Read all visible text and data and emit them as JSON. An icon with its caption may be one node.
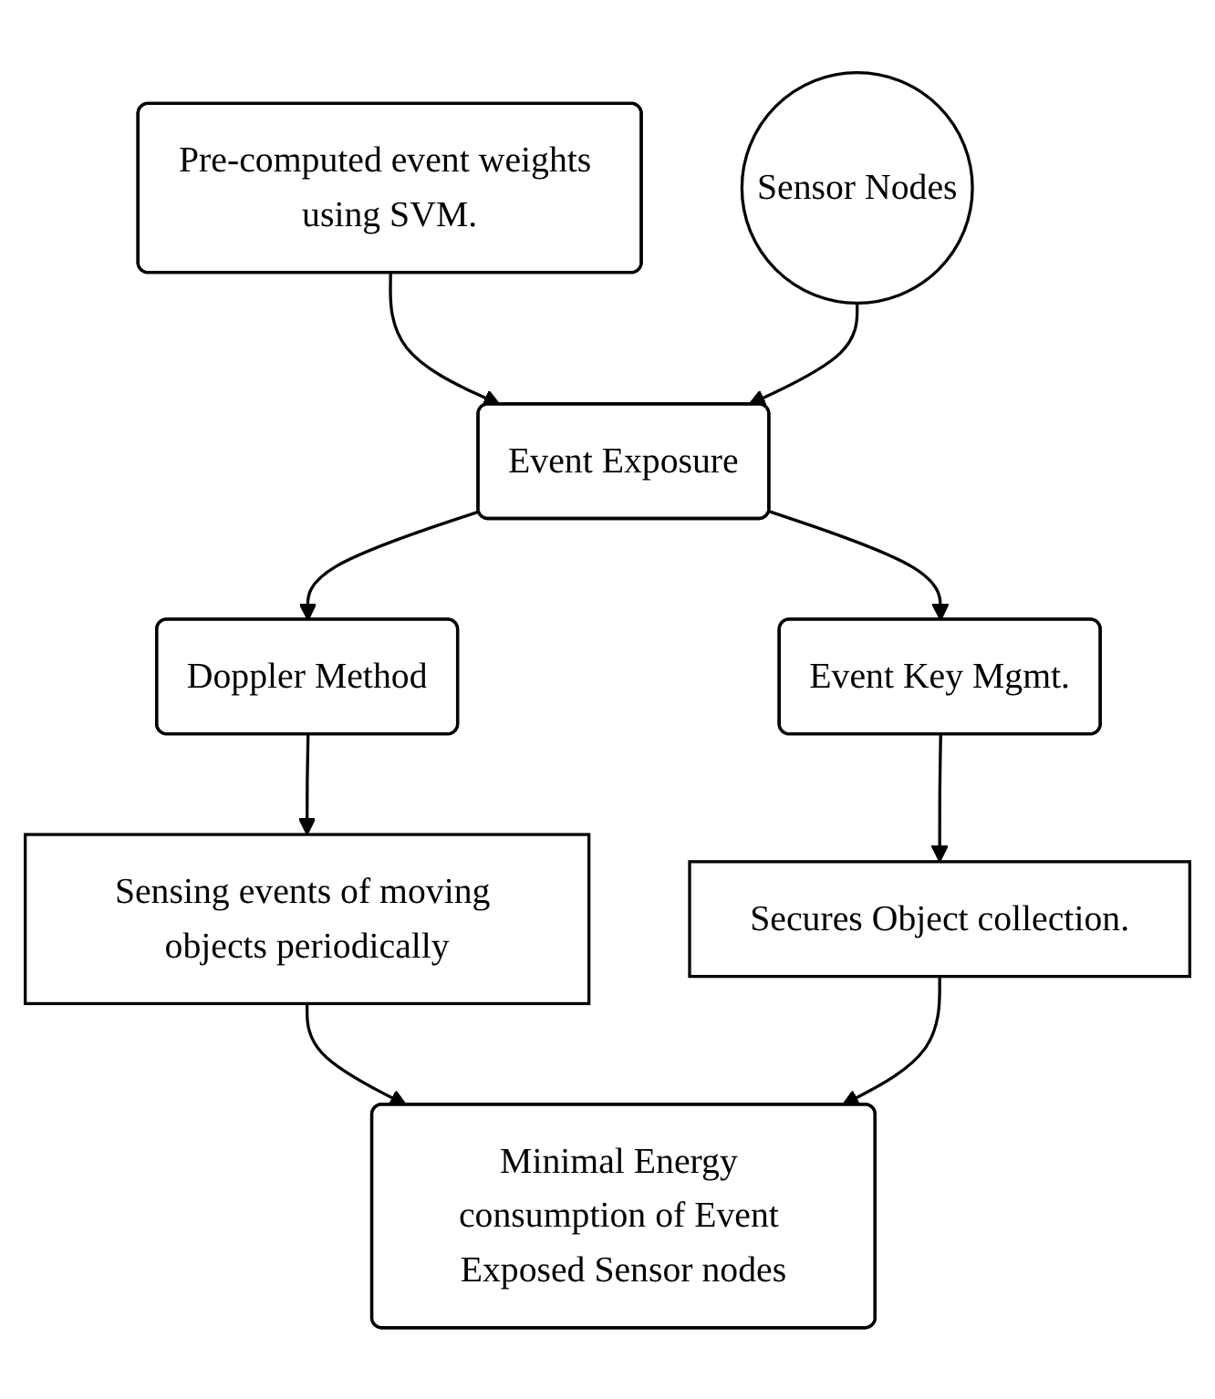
{
  "diagram": {
    "nodes": [
      {
        "text": [
          "Pre-computed event weights using SVM."
        ]
      },
      {
        "text": [
          "Sensor Nodes"
        ]
      },
      {
        "text": [
          "Event Exposure"
        ]
      },
      {
        "text": [
          "Doppler Method"
        ]
      },
      {
        "text": [
          "Event Key Mgmt."
        ]
      },
      {
        "text": [
          "Sensing events of moving objects periodically"
        ]
      },
      {
        "text": [
          "Secures Object collection."
        ]
      },
      {
        "text": [
          "Minimal Energy consumption of Event Exposed Sensor nodes"
        ]
      }
    ],
    "edges": [
      {
        "from": 0,
        "to": 2,
        "arrow": "to"
      },
      {
        "from": 1,
        "to": 2,
        "arrow": "to"
      },
      {
        "from": 2,
        "to": 3,
        "arrow": "to"
      },
      {
        "from": 2,
        "to": 4,
        "arrow": "to"
      },
      {
        "from": 3,
        "to": 5,
        "arrow": "to"
      },
      {
        "from": 4,
        "to": 6,
        "arrow": "to"
      },
      {
        "from": 5,
        "to": 7,
        "arrow": "to"
      },
      {
        "from": 6,
        "to": 7,
        "arrow": "to"
      }
    ]
  }
}
